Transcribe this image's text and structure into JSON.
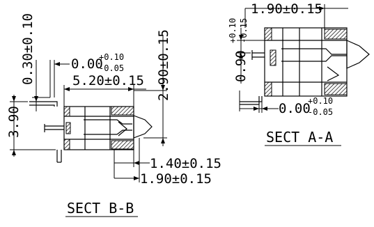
{
  "section_b_b": {
    "title": "SECT B-B",
    "dim_height_overall": "3.90",
    "dim_vertical_offset": "0.30±0.10",
    "dim_top_offset_base": "0.00",
    "dim_top_offset_plus": "+0.10",
    "dim_top_offset_minus": "-0.05",
    "dim_body_length": "5.20±0.15",
    "dim_body_height": "2.90±0.15",
    "dim_tip_short": "1.40±0.15",
    "dim_tip_long": "1.90±0.15"
  },
  "section_a_a": {
    "title": "SECT A-A",
    "dim_top": "1.90±0.15",
    "dim_left_upper_plus": "+0.10",
    "dim_left_upper_minus": "-0.15",
    "dim_left_base": "0.90",
    "dim_bottom_base": "0.00",
    "dim_bottom_plus": "+0.10",
    "dim_bottom_minus": "-0.05"
  }
}
